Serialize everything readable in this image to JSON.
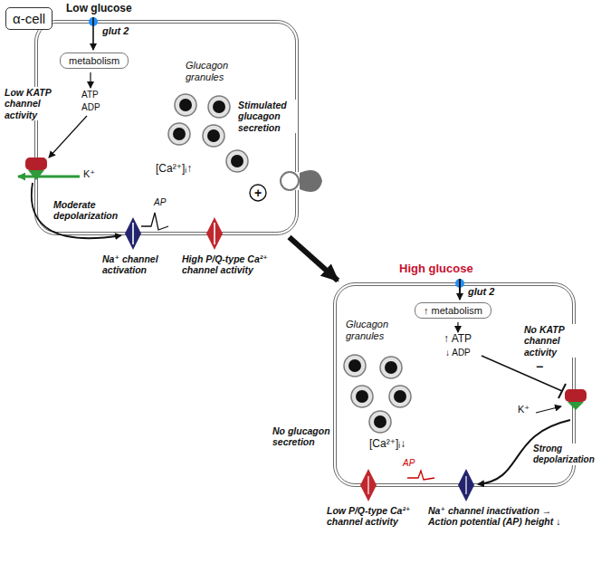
{
  "diagram": {
    "nodes": [
      {
        "text": [
          "α-cell"
        ]
      },
      {
        "text": [
          "Glucagon granules",
          "ATP",
          "ADP",
          "K⁺",
          "AP",
          "[Ca²⁺]ᵢ↑",
          "+"
        ]
      },
      {
        "text": [
          "metabolism"
        ],
        "in": 1
      },
      {
        "text": [
          "Glucagon granules",
          "↑ ATP",
          "↓ ADP",
          "−",
          "K⁺",
          "[Ca²⁺]ᵢ↓",
          "AP"
        ]
      },
      {
        "text": [
          "↑ metabolism"
        ],
        "in": 3
      }
    ],
    "edges": [
      {
        "from": 1,
        "to": 3,
        "arrow": "to"
      }
    ],
    "labels": [
      "Low glucose",
      "glut 2",
      "Low KATP channel activity",
      "Moderate depolarization",
      "Na⁺ channel activation",
      "High P/Q-type Ca²⁺ channel activity",
      "Stimulated glucagon secretion",
      "High glucose",
      "glut 2",
      "No KATP channel activity",
      "Strong depolarization",
      "No glucagon secretion",
      "Low P/Q-type Ca²⁺ channel activity",
      "Na⁺ channel inactivation → Action potential (AP) height ↓"
    ]
  }
}
